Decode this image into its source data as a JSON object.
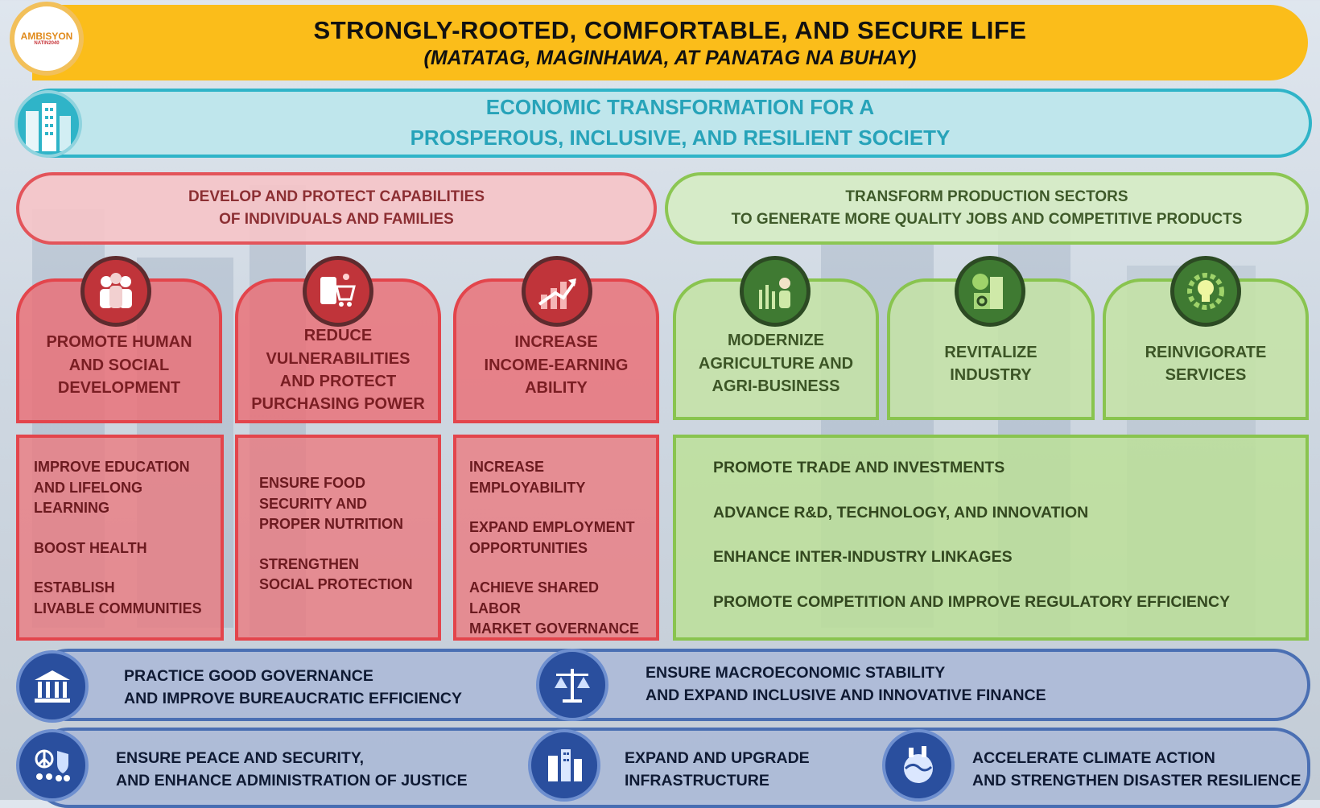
{
  "title": {
    "main": "STRONGLY-ROOTED, COMFORTABLE, AND SECURE LIFE",
    "sub": "(MATATAG, MAGINHAWA, AT PANATAG NA BUHAY)",
    "logo_text": "AMBISYON",
    "logo_sub": "NATIN2040"
  },
  "economic": {
    "line1": "ECONOMIC TRANSFORMATION FOR A",
    "line2": "PROSPEROUS, INCLUSIVE, AND RESILIENT SOCIETY"
  },
  "left_section": {
    "line1": "DEVELOP AND PROTECT CAPABILITIES",
    "line2": "OF INDIVIDUALS AND FAMILIES"
  },
  "right_section": {
    "line1": "TRANSFORM PRODUCTION SECTORS",
    "line2": "TO GENERATE MORE QUALITY JOBS AND COMPETITIVE PRODUCTS"
  },
  "strategies": [
    {
      "lines": [
        "PROMOTE HUMAN",
        "AND SOCIAL",
        "DEVELOPMENT"
      ],
      "icon": "people-icon"
    },
    {
      "lines": [
        "REDUCE",
        "VULNERABILITIES",
        "AND PROTECT",
        "PURCHASING POWER"
      ],
      "icon": "shopping-cart-icon"
    },
    {
      "lines": [
        "INCREASE",
        "INCOME-EARNING",
        "ABILITY"
      ],
      "icon": "growth-chart-icon"
    },
    {
      "lines": [
        "MODERNIZE",
        "AGRICULTURE AND",
        "AGRI-BUSINESS"
      ],
      "icon": "agriculture-icon"
    },
    {
      "lines": [
        "REVITALIZE",
        "INDUSTRY"
      ],
      "icon": "industry-icon"
    },
    {
      "lines": [
        "REINVIGORATE",
        "SERVICES"
      ],
      "icon": "lightbulb-gear-icon"
    }
  ],
  "details": {
    "human": [
      "IMPROVE EDUCATION",
      "AND LIFELONG",
      "LEARNING",
      "BOOST HEALTH",
      "ESTABLISH",
      "LIVABLE COMMUNITIES"
    ],
    "vulnerabilities": [
      "ENSURE FOOD",
      "SECURITY AND",
      "PROPER NUTRITION",
      "STRENGTHEN",
      "SOCIAL PROTECTION"
    ],
    "income": [
      "INCREASE",
      "EMPLOYABILITY",
      "EXPAND EMPLOYMENT",
      "OPPORTUNITIES",
      "ACHIEVE SHARED LABOR",
      "MARKET GOVERNANCE"
    ],
    "production": [
      "PROMOTE TRADE AND INVESTMENTS",
      "ADVANCE R&D, TECHNOLOGY, AND INNOVATION",
      "ENHANCE INTER-INDUSTRY LINKAGES",
      "PROMOTE COMPETITION AND IMPROVE REGULATORY EFFICIENCY"
    ]
  },
  "enablers": [
    {
      "line1": "PRACTICE GOOD GOVERNANCE",
      "line2": "AND IMPROVE BUREAUCRATIC EFFICIENCY",
      "icon": "government-building-icon"
    },
    {
      "line1": "ENSURE MACROECONOMIC STABILITY",
      "line2": "AND EXPAND INCLUSIVE AND INNOVATIVE FINANCE",
      "icon": "balance-scale-icon"
    },
    {
      "line1": "ENSURE PEACE AND SECURITY,",
      "line2": "AND ENHANCE ADMINISTRATION OF JUSTICE",
      "icon": "peace-shield-icon"
    },
    {
      "line1": "EXPAND AND UPGRADE",
      "line2": "INFRASTRUCTURE",
      "icon": "city-infrastructure-icon"
    },
    {
      "line1": "ACCELERATE CLIMATE ACTION",
      "line2": "AND STRENGTHEN DISASTER RESILIENCE",
      "icon": "globe-climate-icon"
    }
  ]
}
